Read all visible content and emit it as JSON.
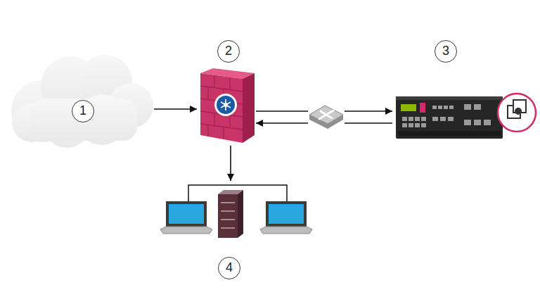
{
  "diagram": {
    "nodes": [
      {
        "text": [
          "1"
        ]
      },
      {
        "text": [
          "2"
        ]
      },
      {
        "text": [
          "3"
        ]
      },
      {
        "text": [
          "4"
        ]
      }
    ],
    "edges": [
      {
        "from": 0,
        "to": 1,
        "arrow": "to"
      },
      {
        "from": 1,
        "to": 2,
        "arrow": "to"
      },
      {
        "from": 2,
        "to": 1,
        "arrow": "to"
      },
      {
        "from": 1,
        "to": 3,
        "arrow": "to"
      }
    ]
  }
}
